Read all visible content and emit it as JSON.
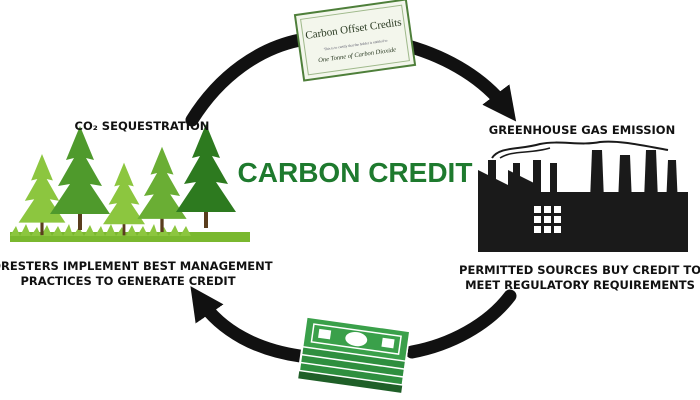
{
  "title": "CARBON CREDIT",
  "nodes": {
    "sequestration": {
      "label": "CO₂ SEQUESTRATION",
      "description_line1": "FORESTERS IMPLEMENT BEST MANAGEMENT",
      "description_line2": "PRACTICES TO GENERATE CREDIT"
    },
    "emission": {
      "label": "GREENHOUSE GAS EMISSION",
      "description_line1": "PERMITTED SOURCES BUY CREDIT TO",
      "description_line2": "MEET REGULATORY REQUIREMENTS"
    }
  },
  "certificate": {
    "title": "Carbon Offset Credits",
    "fine_print": "This is to certify that the holder is entitled to",
    "subtitle": "One Tonne of Carbon Dioxide"
  },
  "colors": {
    "title": "#1e7a2e",
    "arrow": "#111111",
    "tree_dark": "#2d7a1f",
    "tree_mid": "#4f9a2c",
    "tree_light": "#8cc63f",
    "grass": "#7ab82f",
    "factory": "#1a1a1a",
    "money": "#2f8f3f",
    "certificate_border": "#4e7f3a"
  },
  "icons": [
    "tree-icon",
    "factory-icon",
    "certificate-icon",
    "money-stack-icon",
    "arrow-icon"
  ]
}
